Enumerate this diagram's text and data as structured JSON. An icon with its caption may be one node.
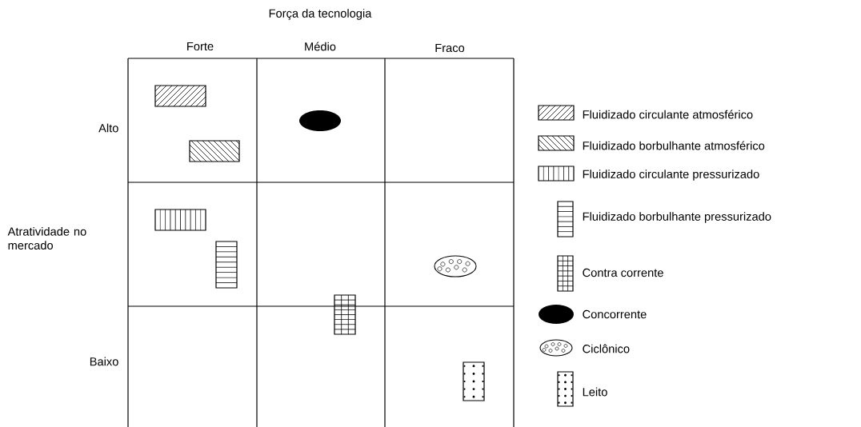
{
  "diagram": {
    "labels": [
      "Força da tecnologia",
      "Forte",
      "Médio",
      "Fraco",
      "Alto",
      "Atratividade no mercado",
      "Baixo"
    ],
    "legend": [
      {
        "text": "Fluidizado circulante atmosférico"
      },
      {
        "text": "Fluidizado borbulhante atmosférico"
      },
      {
        "text": "Fluidizado circulante pressurizado"
      },
      {
        "text": "Fluidizado borbulhante pressurizado"
      },
      {
        "text": "Contra corrente"
      },
      {
        "text": "Concorrente"
      },
      {
        "text": "Ciclônico"
      },
      {
        "text": "Leito"
      }
    ]
  }
}
